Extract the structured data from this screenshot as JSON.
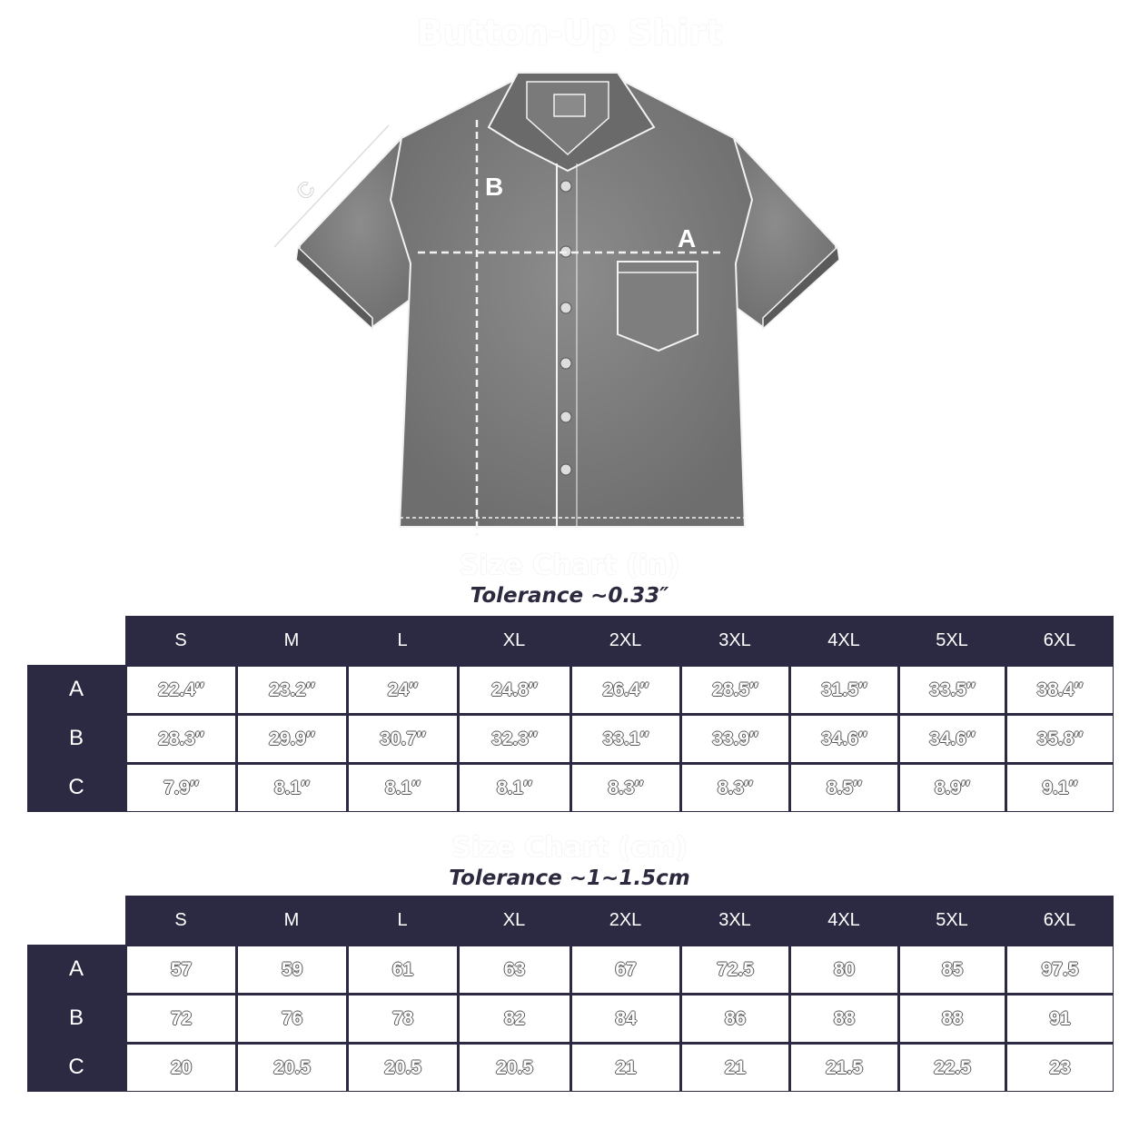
{
  "product_title": "Button-Up Shirt",
  "diagram_labels": {
    "a": "A",
    "b": "B",
    "c": "C"
  },
  "colors": {
    "header_bg": "#2b2a42",
    "shirt": "#8a8a8a"
  },
  "inch_chart": {
    "title": "Size Chart (in)",
    "tolerance": "Tolerance ~0.33″",
    "sizes": [
      "S",
      "M",
      "L",
      "XL",
      "2XL",
      "3XL",
      "4XL",
      "5XL",
      "6XL"
    ],
    "rows": [
      {
        "label": "A",
        "values": [
          "22.4″",
          "23.2″",
          "24″",
          "24.8″",
          "26.4″",
          "28.5″",
          "31.5″",
          "33.5″",
          "38.4″"
        ]
      },
      {
        "label": "B",
        "values": [
          "28.3″",
          "29.9″",
          "30.7″",
          "32.3″",
          "33.1″",
          "33.9″",
          "34.6″",
          "34.6″",
          "35.8″"
        ]
      },
      {
        "label": "C",
        "values": [
          "7.9″",
          "8.1″",
          "8.1″",
          "8.1″",
          "8.3″",
          "8.3″",
          "8.5″",
          "8.9″",
          "9.1″"
        ]
      }
    ]
  },
  "cm_chart": {
    "title": "Size Chart (cm)",
    "tolerance": "Tolerance ~1~1.5cm",
    "sizes": [
      "S",
      "M",
      "L",
      "XL",
      "2XL",
      "3XL",
      "4XL",
      "5XL",
      "6XL"
    ],
    "rows": [
      {
        "label": "A",
        "values": [
          "57",
          "59",
          "61",
          "63",
          "67",
          "72.5",
          "80",
          "85",
          "97.5"
        ]
      },
      {
        "label": "B",
        "values": [
          "72",
          "76",
          "78",
          "82",
          "84",
          "86",
          "88",
          "88",
          "91"
        ]
      },
      {
        "label": "C",
        "values": [
          "20",
          "20.5",
          "20.5",
          "20.5",
          "21",
          "21",
          "21.5",
          "22.5",
          "23"
        ]
      }
    ]
  }
}
